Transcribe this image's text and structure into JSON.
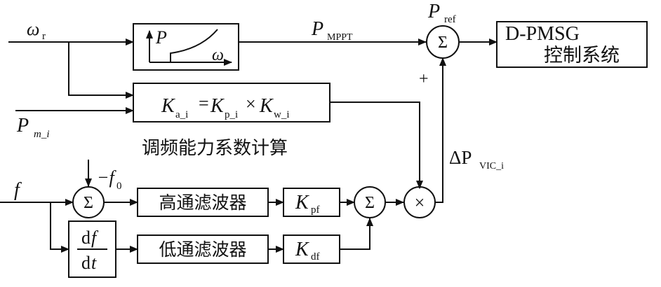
{
  "labels": {
    "omega_r": "ω",
    "omega_r_sub": "r",
    "p_m": "P",
    "p_m_sub": "m_i",
    "f": "f",
    "minus_f0": "−f",
    "minus_f0_sub": "0",
    "p_mppt": "P",
    "p_mppt_sub": "MPPT",
    "p_ref": "P",
    "p_ref_sub": "ref",
    "plus": "+",
    "delta_p": "ΔP",
    "delta_p_sub": "VIC_i",
    "ka_caption": "调频能力系数计算",
    "sigma": "Σ",
    "times": "×"
  },
  "blocks": {
    "mppt_curve": {
      "p_axis": "P",
      "omega_axis": "ω"
    },
    "ka_formula": {
      "ka": "K",
      "ka_sub": "a_i",
      "eq": "=",
      "kp": "K",
      "kp_sub": "p_i",
      "x": "×",
      "kw": "K",
      "kw_sub": "w_i"
    },
    "dpmsg": {
      "line1": "D-PMSG",
      "line2": "控制系统"
    },
    "hpf": {
      "label": "高通滤波器"
    },
    "lpf": {
      "label": "低通滤波器"
    },
    "kpf": {
      "k": "K",
      "sub": "pf"
    },
    "kdf": {
      "k": "K",
      "sub": "df"
    },
    "dfdt": {
      "num_d": "d",
      "num_f": "f",
      "den_d": "d",
      "den_t": "t"
    }
  },
  "colors": {
    "line": "#111111",
    "background": "#ffffff"
  }
}
